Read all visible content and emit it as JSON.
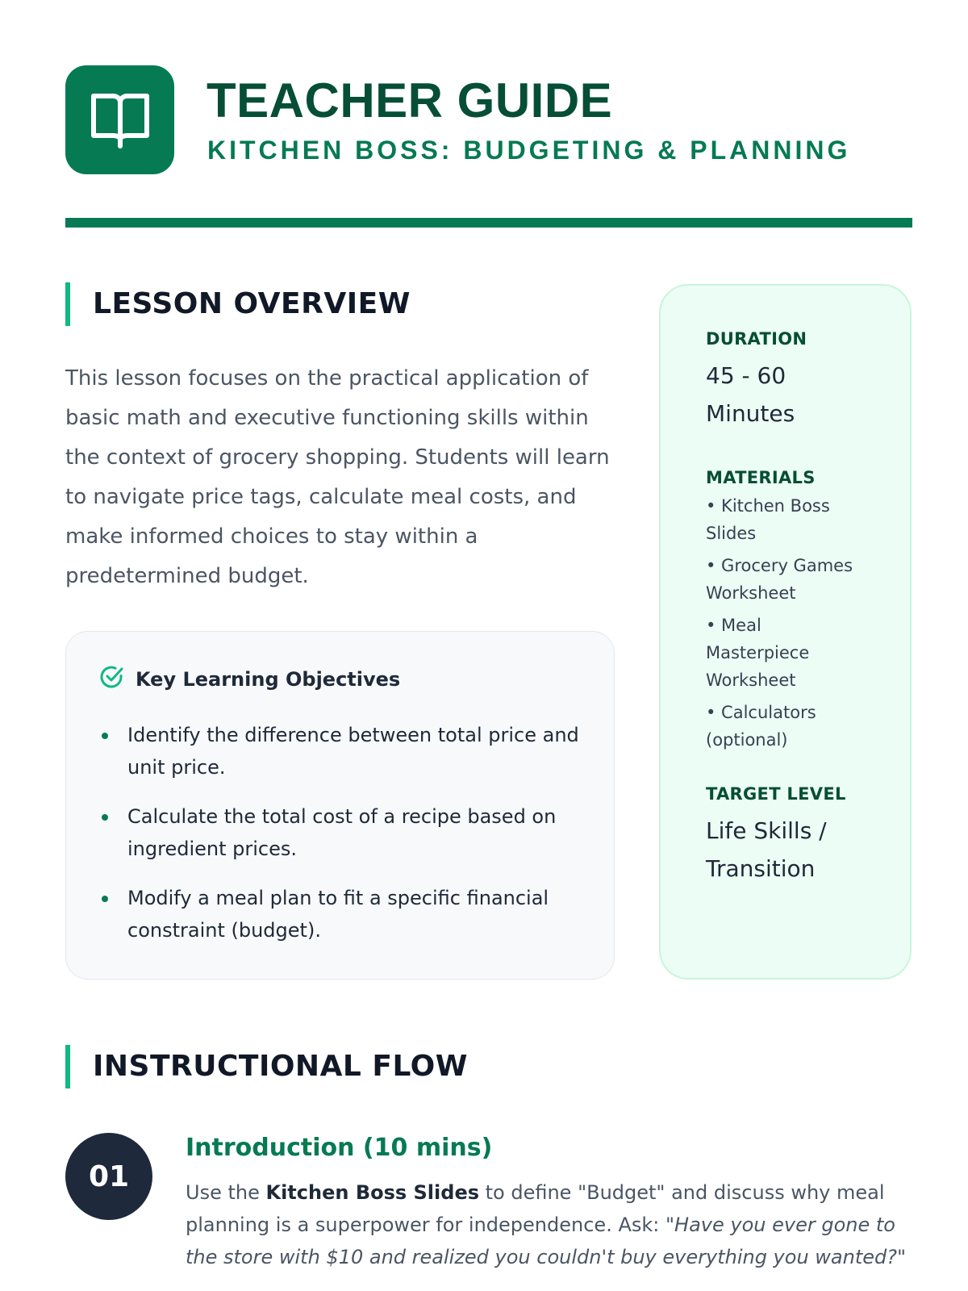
{
  "header": {
    "title": "TEACHER GUIDE",
    "subtitle": "KITCHEN BOSS: BUDGETING & PLANNING",
    "icon": "open-book-icon",
    "accent": "#067a52"
  },
  "overview": {
    "heading": "LESSON OVERVIEW",
    "text": "This lesson focuses on the practical application of basic math and executive functioning skills within the context of grocery shopping. Students will learn to navigate price tags, calculate meal costs, and make informed choices to stay within a predetermined budget."
  },
  "objectives": {
    "heading": "Key Learning Objectives",
    "items": [
      "Identify the difference between total price and unit price.",
      "Calculate the total cost of a recipe based on ingredient prices.",
      "Modify a meal plan to fit a specific financial constraint (budget)."
    ]
  },
  "sidebar": {
    "duration_label": "DURATION",
    "duration": "45 - 60 Minutes",
    "materials_label": "MATERIALS",
    "materials": [
      "• Kitchen Boss Slides",
      "• Grocery Games Worksheet",
      "• Meal Masterpiece Worksheet",
      "• Calculators (optional)"
    ],
    "level_label": "TARGET LEVEL",
    "level": "Life Skills / Transition"
  },
  "flow": {
    "heading": "INSTRUCTIONAL FLOW",
    "steps": [
      {
        "num": "01",
        "title": "Introduction (10 mins)",
        "t1": "Use the ",
        "bold": "Kitchen Boss Slides",
        "t2": " to define \"Budget\" and discuss why meal planning is a superpower for independence. Ask: ",
        "quote": "\"Have you ever gone to the store with $10 and realized you couldn't buy everything you wanted?\""
      }
    ]
  }
}
